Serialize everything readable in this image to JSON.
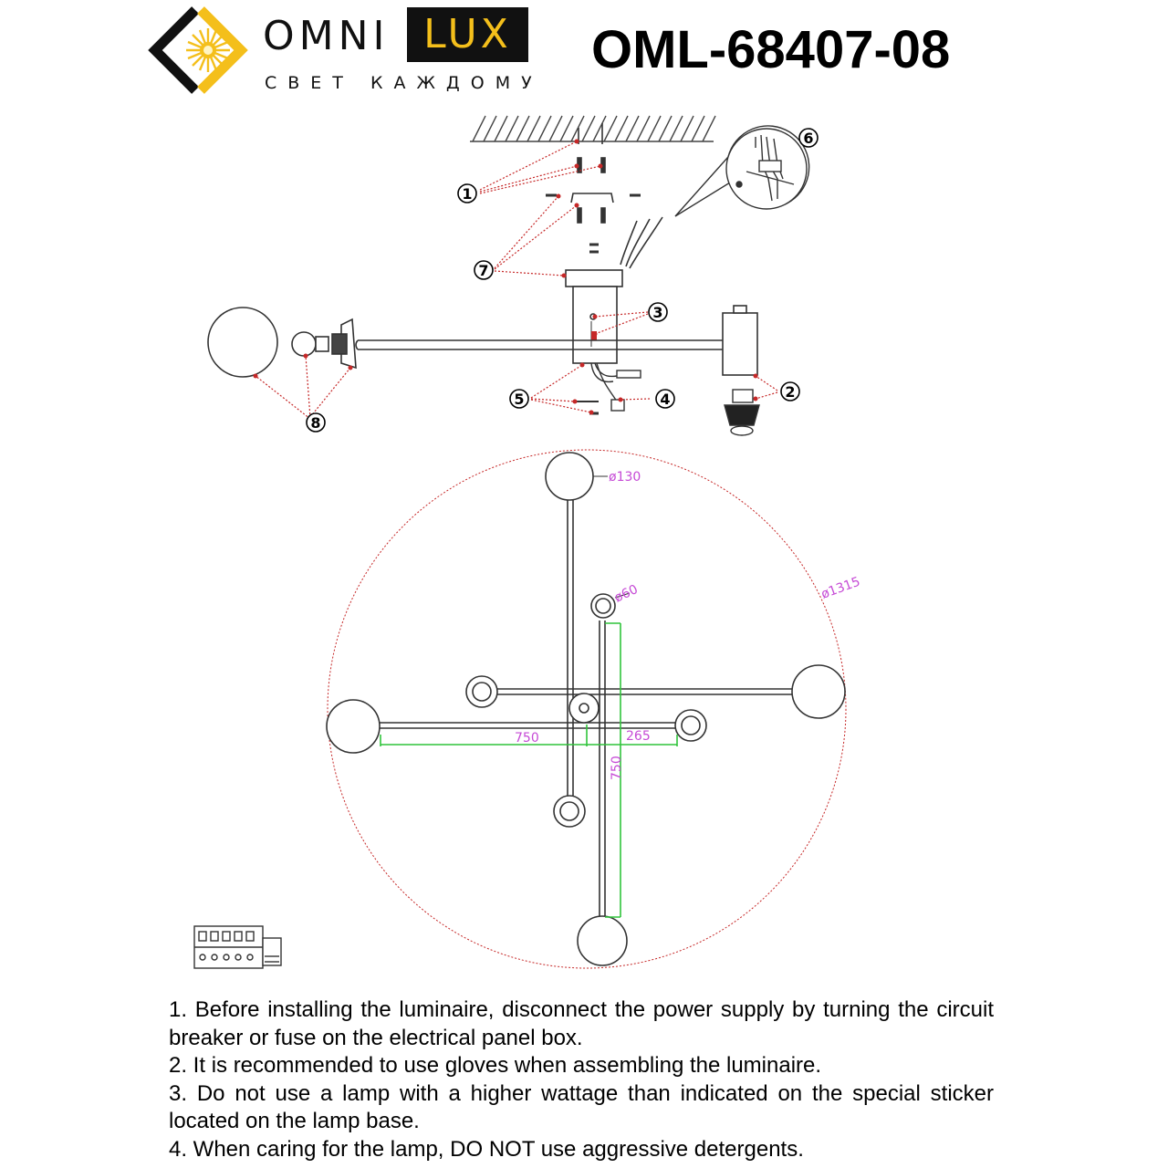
{
  "brand": {
    "name_part1": "OMNI",
    "name_part2": "LUX",
    "tagline": "СВЕТ КАЖДОМУ",
    "accent_color": "#f4bf1b"
  },
  "model_number": "OML-68407-08",
  "diagram": {
    "callouts": [
      "1",
      "2",
      "3",
      "4",
      "5",
      "6",
      "7",
      "8"
    ],
    "dimensions": {
      "globe_diameter": "ø130",
      "small_shade_diameter": "ø60",
      "overall_diameter": "ø1315",
      "arm_length_horizontal": "750",
      "center_offset": "265",
      "arm_length_vertical": "750"
    },
    "colors": {
      "leader_lines": "#c62828",
      "dimension_lines": "#2fc43a",
      "dimension_text": "#c64bd6"
    }
  },
  "instructions": [
    "1. Before installing the luminaire, disconnect the power supply by turning the circuit breaker or fuse on the electrical panel box.",
    "2. It is recommended to use gloves when assembling the luminaire.",
    "3. Do not use a lamp with a higher wattage than indicated on the special sticker located on the lamp base.",
    "4. When caring for the lamp, DO NOT use aggressive detergents."
  ]
}
